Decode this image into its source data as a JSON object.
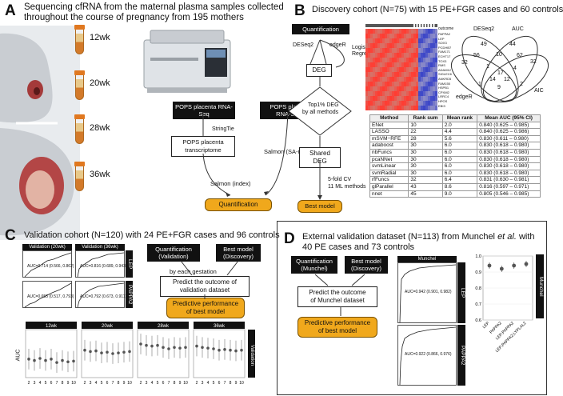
{
  "panel_a": {
    "label": "A",
    "title_line1": "Sequencing cfRNA from the maternal plasma samples collected",
    "title_line2": "throughout the course of pregnancy from 195 mothers",
    "weeks": [
      "12wk",
      "20wk",
      "28wk",
      "36wk"
    ],
    "box_placenta": "POPS placenta RNA-Seq",
    "box_plasma": "POPS plasma RNA-Seq",
    "stringtie": "StringTie",
    "box_transcriptome": "POPS placenta transcriptome",
    "salmon_sa": "Salmon (SA-mode",
    "salmon_index": "Salmon (index)",
    "box_quant": "Quantification"
  },
  "panel_b": {
    "label": "B",
    "title": "Discovery cohort (N=75) with 15 PE+FGR cases and 60 controls",
    "box_quant": "Quantification",
    "deseq2": "DESeq2",
    "edger": "edgeR",
    "logistic": "Logistic Regression",
    "box_deg": "DEG",
    "diamond_line1": "Top1% DEG",
    "diamond_line2": "by all methods",
    "box_shared": "Shared DEG",
    "cv_line1": "5-fold CV",
    "cv_line2": "11 ML methods",
    "box_best": "Best model",
    "heat_outcome": "outcome",
    "heat_genes": [
      "PAPPA2",
      "LEP",
      "SOX3",
      "PCDHB7",
      "FAM171",
      "ECHT17",
      "TOX3",
      "RMS",
      "ADAM12",
      "SIGLEC6",
      "ANKRD5",
      "FAM155",
      "HSPB1",
      "CPXM2",
      "LRRC4",
      "HPOS",
      "EBI3"
    ],
    "venn_labels": {
      "deseq2": "DESeq2",
      "auc": "AUC",
      "edger": "edgeR",
      "aic": "AIC"
    },
    "venn_numbers": [
      "49",
      "44",
      "56",
      "10",
      "62",
      "32",
      "1",
      "17",
      "4",
      "14",
      "12",
      "32",
      "1",
      "9",
      "2"
    ],
    "table_headers": [
      "Method",
      "Rank sum",
      "Mean rank",
      "Mean AUC (95% CI)"
    ],
    "table_rows": [
      [
        "ENet",
        "10",
        "2.0",
        "0.840 (0.625 – 0.985)"
      ],
      [
        "LASSO",
        "22",
        "4.4",
        "0.840 (0.625 – 0.986)"
      ],
      [
        "mSVM−RFE",
        "28",
        "5.6",
        "0.830 (0.611 – 0.980)"
      ],
      [
        "adaboost",
        "30",
        "6.0",
        "0.830 (0.618 – 0.980)"
      ],
      [
        "nbFuncs",
        "30",
        "6.0",
        "0.830 (0.618 – 0.980)"
      ],
      [
        "pcaNNet",
        "30",
        "6.0",
        "0.830 (0.618 – 0.980)"
      ],
      [
        "svmLinear",
        "30",
        "6.0",
        "0.830 (0.618 – 0.980)"
      ],
      [
        "svmRadial",
        "30",
        "6.0",
        "0.830 (0.618 – 0.980)"
      ],
      [
        "rfFuncs",
        "32",
        "6.4",
        "0.831 (0.630 – 0.981)"
      ],
      [
        "glParallel",
        "43",
        "8.6",
        "0.816 (0.597 – 0.971)"
      ],
      [
        "nnet",
        "45",
        "9.0",
        "0.805 (0.546 – 0.985)"
      ]
    ]
  },
  "panel_c": {
    "label": "C",
    "title": "Validation cohort (N=120) with 24 PE+FGR cases and 96 controls",
    "roc_headers": [
      "Validation (20wk)",
      "Validation (36wk)"
    ],
    "roc_strips": [
      "LEP",
      "PAPPA2"
    ],
    "roc_aucs": [
      "AUC=0.714 (0.566, 0.862)",
      "AUC=0.816 (0.689, 0.943)",
      "AUC=0.655 (0.517, 0.793)",
      "AUC=0.792 (0.673, 0.911)"
    ],
    "box_quant_line1": "Quantification",
    "box_quant_line2": "(Validation)",
    "box_best_line1": "Best model",
    "box_best_line2": "(Discovery)",
    "by_gestation": "by each gestation",
    "predict_line1": "Predict the outcome of",
    "predict_line2": "validation dataset",
    "perf_line1": "Predictive performance",
    "perf_line2": "of best model",
    "facets": [
      "12wk",
      "20wk",
      "28wk",
      "36wk"
    ],
    "strip": "Validation",
    "ylabel": "AUC",
    "x_ticks": [
      "2",
      "3",
      "4",
      "5",
      "6",
      "7",
      "8",
      "9",
      "10"
    ]
  },
  "panel_d": {
    "label": "D",
    "title_prefix": "External validation dataset (N=113) from Munchel ",
    "title_italic": "et al.",
    "title_suffix": " with",
    "title_line2": "40 PE cases and 73 controls",
    "box_quant_line1": "Quantification",
    "box_quant_line2": "(Munchel)",
    "box_best_line1": "Best model",
    "box_best_line2": "(Discovery)",
    "predict_line1": "Predict the outcome",
    "predict_line2": "of Munchel dataset",
    "perf_line1": "Predictive performance",
    "perf_line2": "of best model",
    "roc_header": "Munchel",
    "roc_strips": [
      "LEP",
      "PAPPA2"
    ],
    "roc_aucs": [
      "AUC=0.942 (0.901, 0.982)",
      "AUC=0.922 (0.866, 0.976)"
    ],
    "dot_strip": "Munchel",
    "dot_yticks": [
      "1.0",
      "0.9",
      "0.8",
      "0.7",
      "0.6"
    ],
    "dot_xlabels": [
      "LEP",
      "PAPPA2",
      "LEP;PAPPA2",
      "LEP;PAPPA2;LYPLAL2"
    ]
  },
  "chart_data": [
    {
      "type": "scatter",
      "title": "",
      "facets": [
        "12wk",
        "20wk",
        "28wk",
        "36wk"
      ],
      "x": [
        2,
        3,
        4,
        5,
        6,
        7,
        8,
        9,
        10
      ],
      "ylabel": "AUC",
      "ylim": [
        0.3,
        1.0
      ],
      "series": [
        {
          "values": [
            0.57,
            0.55,
            0.58,
            0.55,
            0.57,
            0.52,
            0.55,
            0.53,
            0.54
          ]
        },
        {
          "values": [
            0.7,
            0.68,
            0.69,
            0.66,
            0.67,
            0.65,
            0.66,
            0.67,
            0.68
          ]
        },
        {
          "values": [
            0.79,
            0.77,
            0.76,
            0.77,
            0.74,
            0.72,
            0.74,
            0.73,
            0.74
          ]
        },
        {
          "values": [
            0.76,
            0.74,
            0.73,
            0.72,
            0.7,
            0.71,
            0.7,
            0.69,
            0.7
          ]
        }
      ]
    },
    {
      "type": "scatter",
      "title": "",
      "categories": [
        "LEP",
        "PAPPA2",
        "LEP;PAPPA2",
        "LEP;PAPPA2;LYPLAL2"
      ],
      "values": [
        0.94,
        0.92,
        0.94,
        0.95
      ],
      "ylim": [
        0.6,
        1.0
      ]
    }
  ],
  "colors": {
    "orange": "#f0a81c",
    "black": "#111111",
    "heat_red": "#d73027",
    "heat_blue": "#2c3bb5"
  }
}
